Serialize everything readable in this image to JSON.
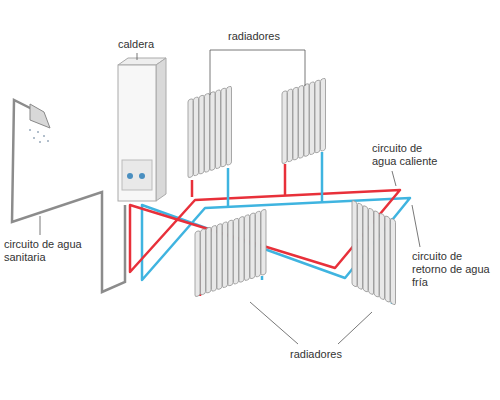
{
  "diagram": {
    "labels": [
      "radiadores",
      "caldera",
      "circuito de agua caliente",
      "circuito de agua sanitaria",
      "circuito de retorno de agua fría",
      "radiadores"
    ]
  }
}
